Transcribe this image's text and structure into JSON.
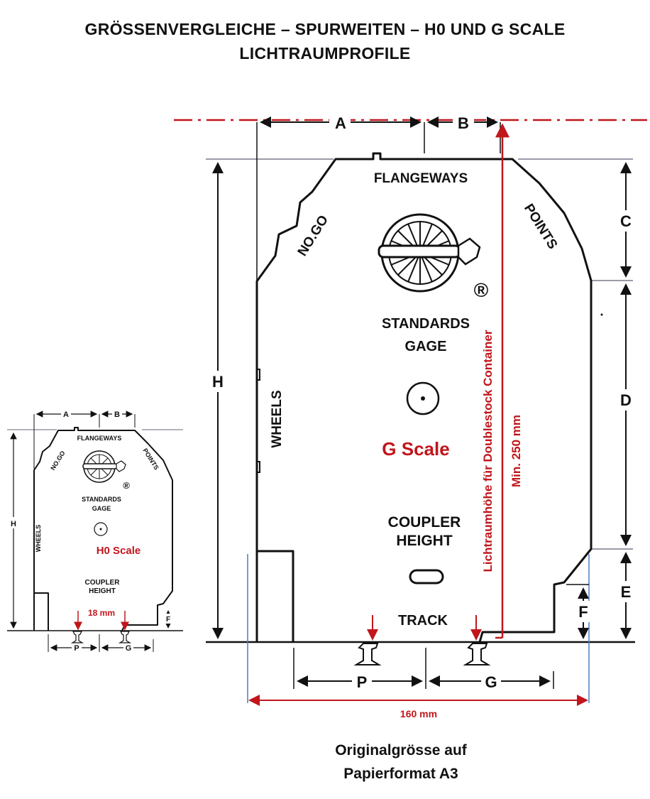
{
  "title": {
    "line1": "GRÖSSENVERGLEICHE – SPURWEITEN – H0 UND G SCALE",
    "line2": "LICHTRAUMPROFILE"
  },
  "large_profile": {
    "labels": {
      "a": "A",
      "b": "B",
      "c": "C",
      "d": "D",
      "e": "E",
      "f": "F",
      "h": "H",
      "p": "P",
      "g": "G",
      "flangeways": "FLANGEWAYS",
      "no_go": "NO.GO",
      "points": "POINTS",
      "standards": "STANDARDS",
      "gage": "GAGE",
      "wheels": "WHEELS",
      "coupler": "COUPLER",
      "height": "HEIGHT",
      "track": "TRACK",
      "registered": "®"
    },
    "scale_name": "G Scale",
    "vertical_note": "Lichtraumhöhe für Doublestock Container",
    "min_height": "Min. 250 mm",
    "width_dimension": "160 mm"
  },
  "small_profile": {
    "labels": {
      "a": "A",
      "b": "B",
      "h": "H",
      "f": "F",
      "p": "P",
      "g": "G",
      "flangeways": "FLANGEWAYS",
      "no_go": "NO.GO",
      "points": "POINTS",
      "standards": "STANDARDS",
      "gage": "GAGE",
      "wheels": "WHEELS",
      "coupler": "COUPLER",
      "height": "HEIGHT",
      "registered": "®"
    },
    "scale_name": "H0 Scale",
    "gauge_dimension": "18 mm"
  },
  "caption": {
    "line1": "Originalgrösse auf",
    "line2": "Papierformat A3"
  },
  "colors": {
    "accent_red": "#c0161c",
    "line": "#111111",
    "gray_line": "#9a9aa8",
    "blue_line": "#4a7fc0"
  }
}
